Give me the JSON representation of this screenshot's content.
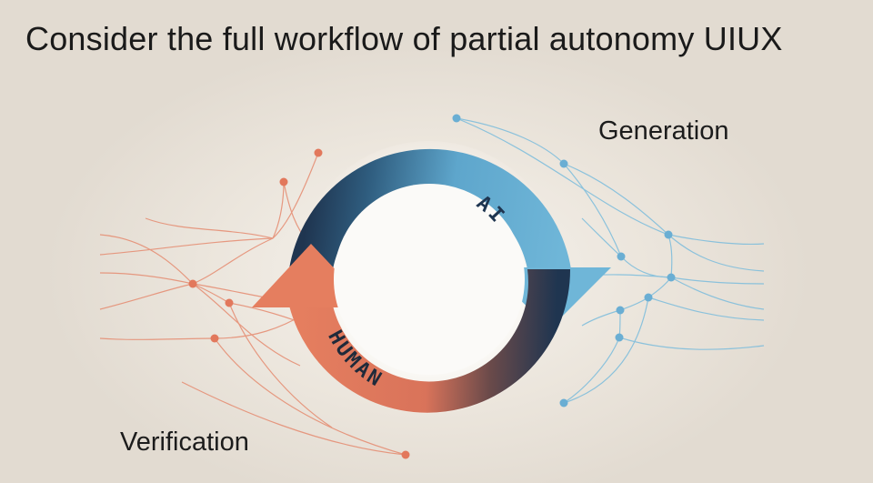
{
  "slide": {
    "title": "Consider the full workflow of partial autonomy UIUX"
  },
  "diagram": {
    "top_right_label": "Generation",
    "bottom_left_label": "Verification",
    "ai_arc_text": "AI",
    "human_arc_text": "HUMAN",
    "colors": {
      "ai_blue": "#6bb1d3",
      "human_orange": "#e27a5c",
      "dark_navy": "#1f3550",
      "background": "#e4ddd3"
    }
  }
}
